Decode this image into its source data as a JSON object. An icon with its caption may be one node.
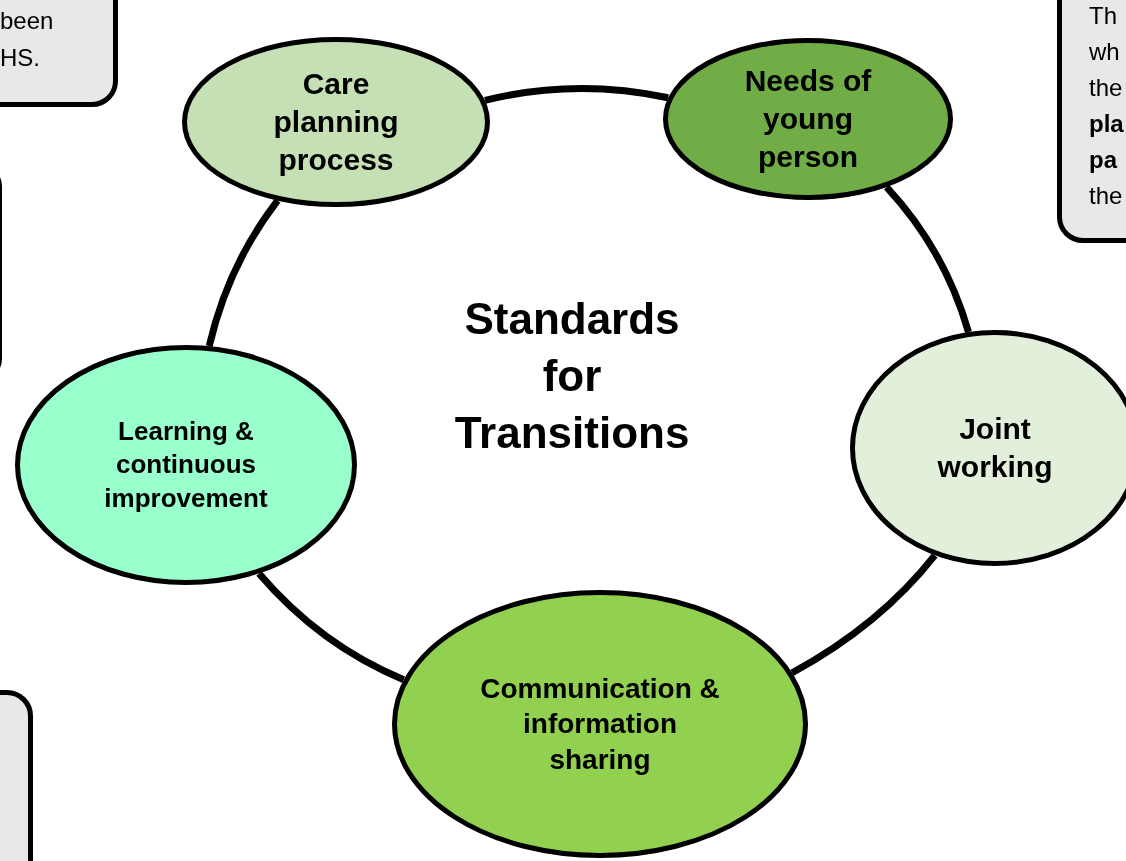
{
  "diagram": {
    "nodes": [
      {
        "text": [
          "been HS."
        ]
      },
      {
        "text": [
          "Care planning process"
        ]
      },
      {
        "text": [
          "Needs of young person"
        ]
      },
      {
        "text": [
          "Th wh the **pla pa** the"
        ]
      },
      {
        "text": [],
        "shape": "box"
      },
      {
        "text": [
          "Learning & continuous improvement"
        ]
      },
      {
        "text": [
          "Joint working"
        ]
      },
      {
        "text": [],
        "shape": "box"
      },
      {
        "text": [
          "Communication & information sharing"
        ]
      }
    ],
    "edges": [
      {
        "from": 1,
        "to": 2,
        "arrow": "none"
      },
      {
        "from": 2,
        "to": 6,
        "arrow": "none"
      },
      {
        "from": 6,
        "to": 8,
        "arrow": "none"
      },
      {
        "from": 8,
        "to": 5,
        "arrow": "none"
      },
      {
        "from": 5,
        "to": 1,
        "arrow": "none"
      }
    ],
    "labels": [
      "Standards for Transitions"
    ]
  }
}
